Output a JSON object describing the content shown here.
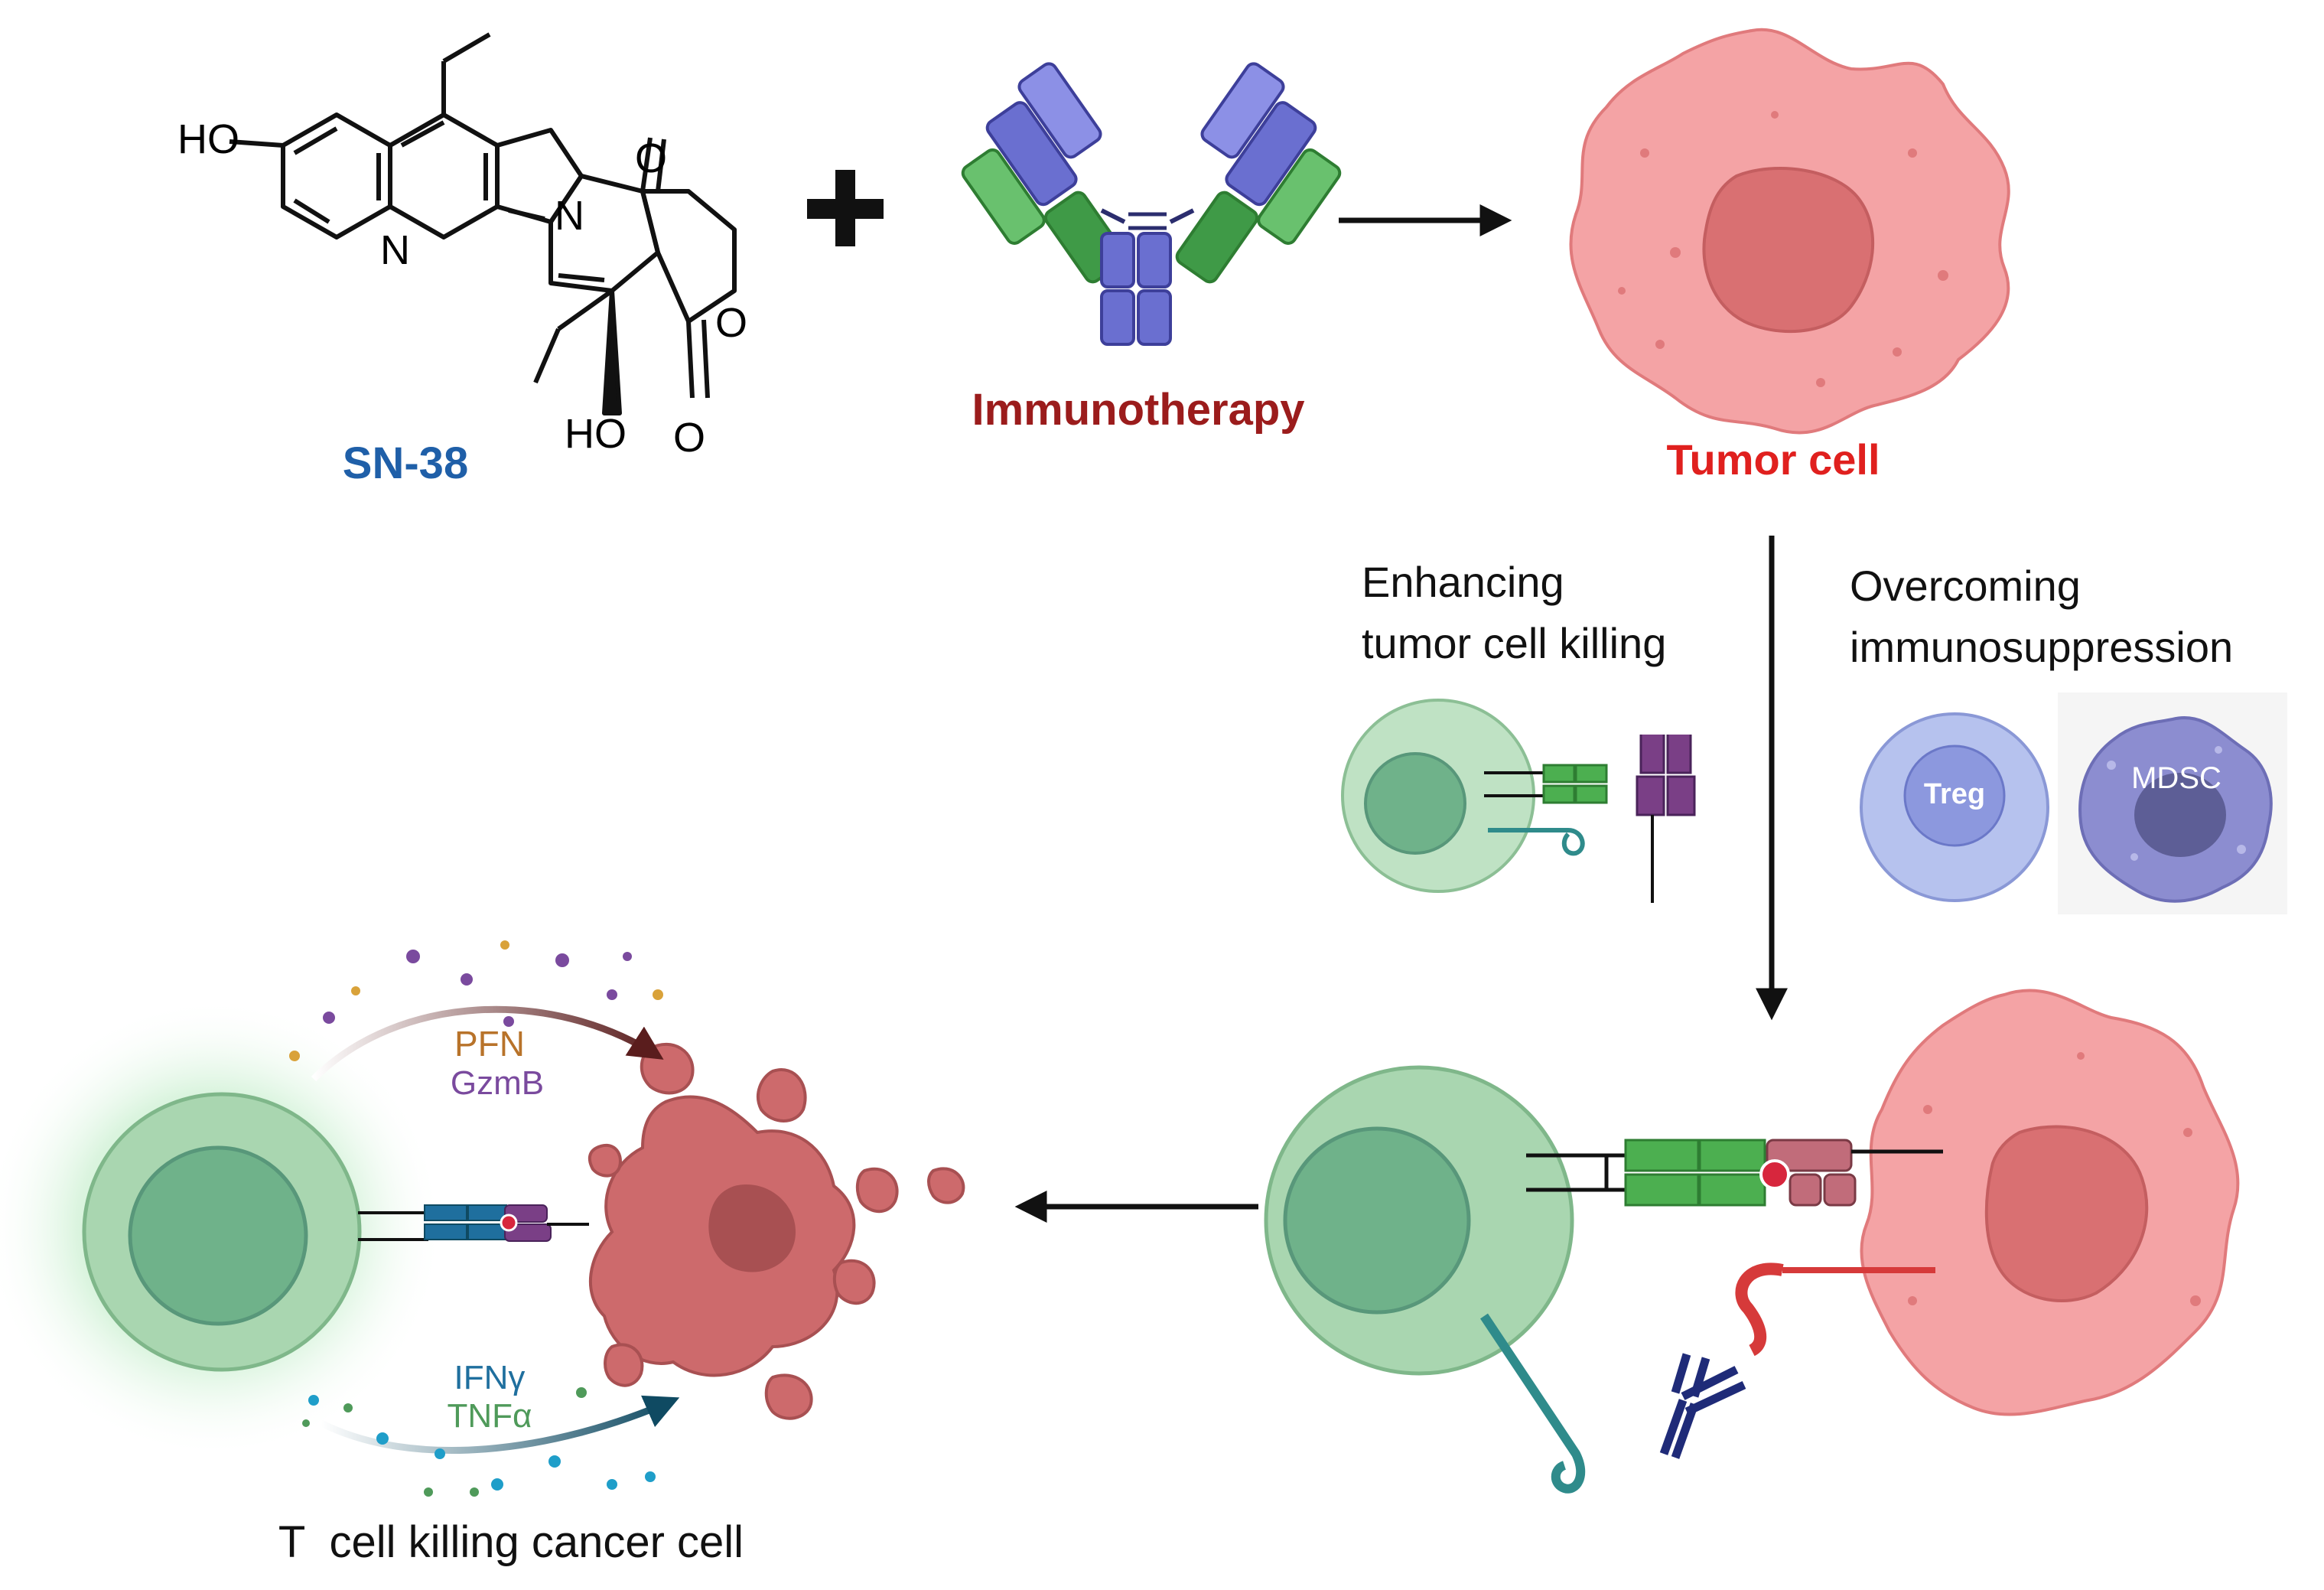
{
  "top": {
    "sn38_label": "SN-38",
    "immunotherapy_label": "Immunotherapy",
    "tumor_cell_label": "Tumor cell",
    "chem_atoms": {
      "ho_top": "HO",
      "ho_bottom": "HO",
      "n_ring": "N",
      "n_pyridine": "N",
      "o_carbonyl_top": "O",
      "o_lactone_ring": "O",
      "o_carbonyl_bottom": "O"
    }
  },
  "mechanisms": {
    "enhancing_line1": "Enhancing",
    "enhancing_line2": "tumor cell killing",
    "overcoming_line1": "Overcoming",
    "overcoming_line2": "immunosuppression",
    "treg_label": "Treg",
    "mdsc_label": "MDSC"
  },
  "killing": {
    "pfn_label": "PFN",
    "gzmb_label": "GzmB",
    "ifng_label": "IFNγ",
    "tnfa_label": "TNFα",
    "caption": "T  cell killing cancer cell"
  },
  "colors": {
    "sn38": "#1f5fa8",
    "immunotherapy": "#9b1c1c",
    "tumor_label": "#e0201e",
    "tumor_fill": "#f4a3a5",
    "tumor_nucleus": "#d97072",
    "tcell_fill": "#a9d6b0",
    "tcell_nucleus": "#6fb28a",
    "antibody_blue": "#6a6fd0",
    "antibody_green": "#4caf50",
    "pfn": "#b8732a",
    "gzmb": "#7a4a9e",
    "ifng": "#1f6f9e",
    "tnfa": "#4f9a5a",
    "treg": "#b6c2ee",
    "mdsc": "#8c8dd0"
  }
}
